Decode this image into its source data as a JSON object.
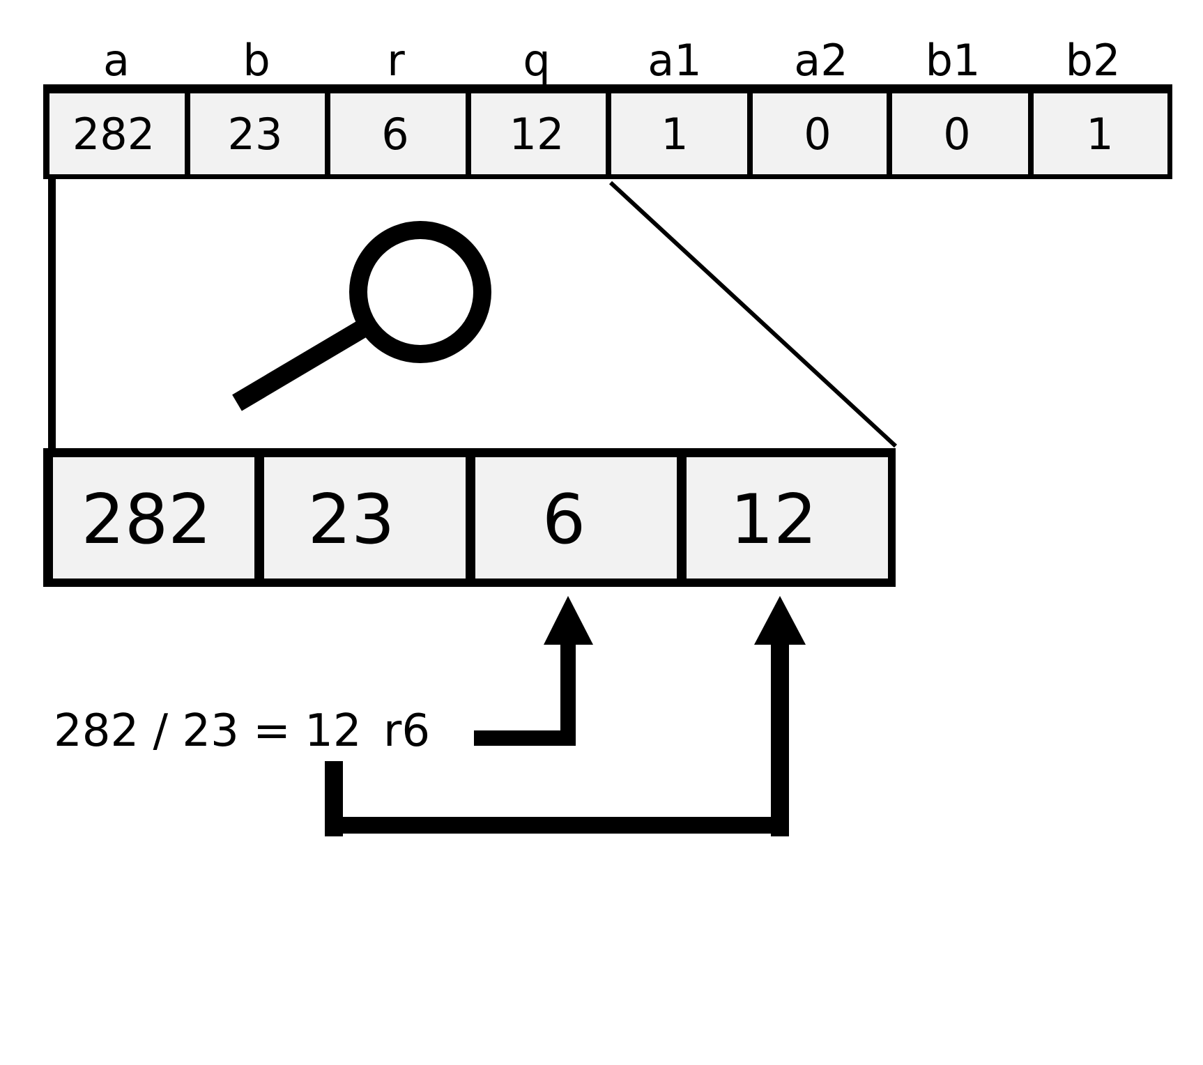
{
  "columns": [
    {
      "label": "a",
      "value": "282"
    },
    {
      "label": "b",
      "value": "23"
    },
    {
      "label": "r",
      "value": "6"
    },
    {
      "label": "q",
      "value": "12"
    },
    {
      "label": "a1",
      "value": "1"
    },
    {
      "label": "a2",
      "value": "0"
    },
    {
      "label": "b1",
      "value": "0"
    },
    {
      "label": "b2",
      "value": "1"
    }
  ],
  "zoomed_values": [
    "282",
    "23",
    "6",
    "12"
  ],
  "equation": {
    "quotient_expr": "282 / 23 = 12",
    "remainder": "r6"
  },
  "icons": {
    "zoom": "magnifier-icon"
  },
  "colors": {
    "ink": "#000000",
    "cell_fill": "#f2f2f2",
    "background": "#ffffff"
  }
}
